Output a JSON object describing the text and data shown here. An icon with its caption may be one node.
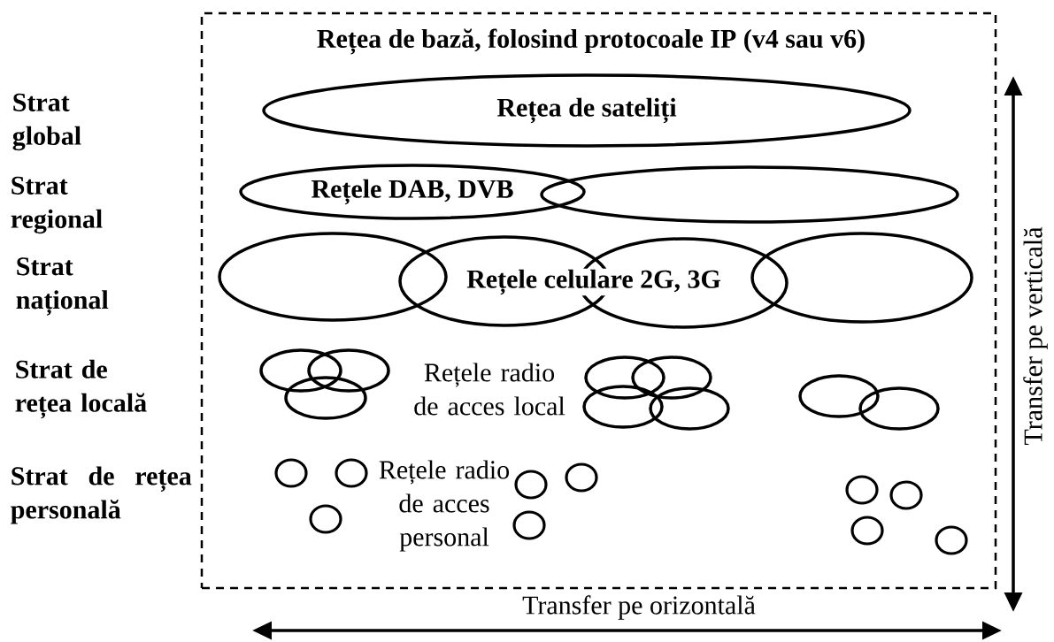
{
  "diagram": {
    "nodes": [
      {
        "text": [
          "Rețea de bază, folosind protocoale IP (v4 sau v6)"
        ]
      },
      {
        "text": [
          "Rețea de sateliți"
        ],
        "in": 0
      },
      {
        "text": [
          "Rețele DAB, DVB"
        ],
        "in": 0
      },
      {
        "text": [],
        "shape": "ellipse",
        "in": 0
      },
      {
        "text": [],
        "shape": "ellipse",
        "in": 0
      },
      {
        "text": [
          "Rețele celulare 2G, 3G"
        ],
        "in": 0
      },
      {
        "text": [],
        "shape": "ellipse",
        "in": 0
      },
      {
        "text": [],
        "shape": "ellipse",
        "in": 0
      },
      {
        "text": [],
        "shape": "ellipse",
        "in": 0
      },
      {
        "text": [],
        "shape": "ellipse",
        "in": 0
      },
      {
        "text": [],
        "shape": "ellipse",
        "in": 0
      },
      {
        "text": [],
        "shape": "ellipse",
        "in": 0
      },
      {
        "text": [],
        "shape": "ellipse",
        "in": 0
      },
      {
        "text": [],
        "shape": "ellipse",
        "in": 0
      },
      {
        "text": [],
        "shape": "ellipse",
        "in": 0
      },
      {
        "text": [],
        "shape": "ellipse",
        "in": 0
      },
      {
        "text": [],
        "shape": "circle",
        "in": 0
      },
      {
        "text": [],
        "shape": "circle",
        "in": 0
      },
      {
        "text": [],
        "shape": "circle",
        "in": 0
      },
      {
        "text": [],
        "shape": "circle",
        "in": 0
      },
      {
        "text": [],
        "shape": "circle",
        "in": 0
      },
      {
        "text": [],
        "shape": "circle",
        "in": 0
      },
      {
        "text": [],
        "shape": "circle",
        "in": 0
      },
      {
        "text": [],
        "shape": "circle",
        "in": 0
      },
      {
        "text": [],
        "shape": "circle",
        "in": 0
      },
      {
        "text": [],
        "shape": "circle",
        "in": 0
      }
    ],
    "labels": [
      "Strat global",
      "Strat regional",
      "Strat național",
      "Strat de rețea locală",
      "Rețele radio de acces local",
      "Strat de rețea personală",
      "Rețele radio de acces personal",
      "Transfer pe verticală",
      "Transfer pe orizontală"
    ]
  }
}
